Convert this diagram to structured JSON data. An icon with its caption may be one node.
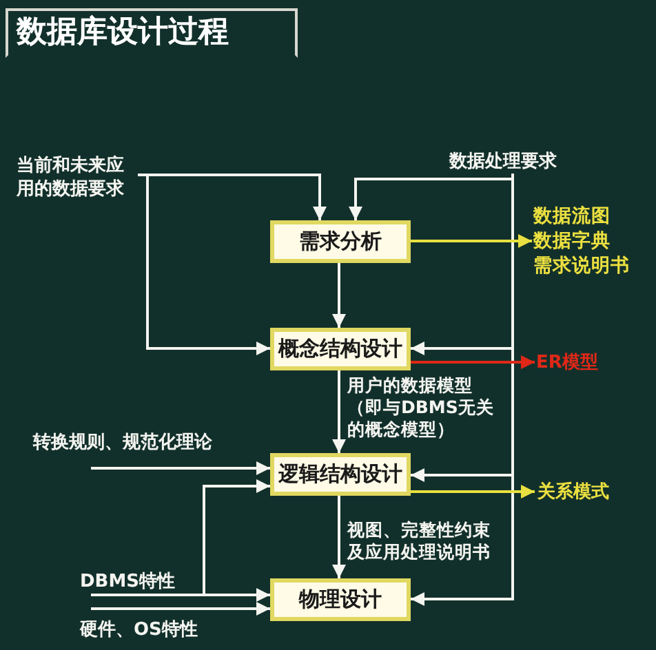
{
  "diagram": {
    "title": "数据库设计过程",
    "nodes": [
      {
        "text": [
          "当前和未来应用的数据要求"
        ]
      },
      {
        "text": [
          "数据处理要求"
        ]
      },
      {
        "text": [
          "需求分析"
        ]
      },
      {
        "text": [
          "数据流图",
          "数据字典",
          "需求说明书"
        ]
      },
      {
        "text": [
          "概念结构设计"
        ]
      },
      {
        "text": [
          "ER模型"
        ]
      },
      {
        "text": [
          "转换规则、规范化理论"
        ]
      },
      {
        "text": [
          "逻辑结构设计"
        ]
      },
      {
        "text": [
          "关系模式"
        ]
      },
      {
        "text": [
          "DBMS特性"
        ]
      },
      {
        "text": [
          "物理设计"
        ]
      },
      {
        "text": [
          "硬件、OS特性"
        ]
      }
    ],
    "edges": [
      {
        "from": 0,
        "to": 2,
        "arrow": "to"
      },
      {
        "from": 0,
        "to": 4,
        "arrow": "to"
      },
      {
        "from": 1,
        "to": 2,
        "arrow": "to"
      },
      {
        "from": 1,
        "to": 4,
        "arrow": "to"
      },
      {
        "from": 1,
        "to": 7,
        "arrow": "to"
      },
      {
        "from": 1,
        "to": 10,
        "arrow": "to"
      },
      {
        "from": 2,
        "to": 3,
        "arrow": "to",
        "color": "#e8e040"
      },
      {
        "from": 2,
        "to": 4,
        "arrow": "to"
      },
      {
        "from": 4,
        "to": 5,
        "arrow": "to",
        "color": "#e02818"
      },
      {
        "from": 4,
        "to": 7,
        "arrow": "to",
        "label": "用户的数据模型（即与DBMS无关的概念模型）"
      },
      {
        "from": 6,
        "to": 7,
        "arrow": "to"
      },
      {
        "from": 9,
        "to": 7,
        "arrow": "to"
      },
      {
        "from": 9,
        "to": 10,
        "arrow": "to"
      },
      {
        "from": 11,
        "to": 10,
        "arrow": "to"
      },
      {
        "from": 7,
        "to": 8,
        "arrow": "to",
        "color": "#e8e040"
      },
      {
        "from": 7,
        "to": 10,
        "arrow": "to",
        "label": "视图、完整性约束及应用处理说明书"
      }
    ]
  }
}
